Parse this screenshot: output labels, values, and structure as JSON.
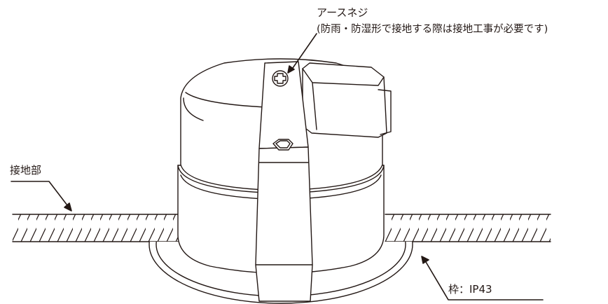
{
  "labels": {
    "earth_screw_title": "アースネジ",
    "earth_screw_note": "(防雨・防湿形で接地する際は接地工事が必要です)",
    "ground_part": "接地部",
    "frame_rating": "枠：IP43"
  },
  "colors": {
    "line": "#231815",
    "fill": "#ffffff"
  }
}
